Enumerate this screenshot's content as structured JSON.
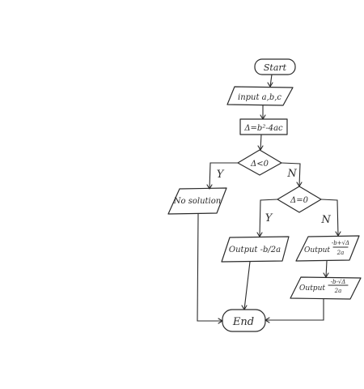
{
  "diagram": {
    "nodes": {
      "start": "Start",
      "input": "input a,b,c",
      "delta": "Δ=b²-4ac",
      "cond1": "Δ<0",
      "no_solution": "No solution",
      "cond2": "Δ=0",
      "out_single": "Output -b/2a",
      "out_plus_label": "Output",
      "out_plus_num": "-b+√Δ",
      "out_plus_den": "2a",
      "out_minus_label": "Output",
      "out_minus_num": "-b-√Δ",
      "out_minus_den": "2a",
      "end": "End"
    },
    "edges": {
      "cond1_yes": "Y",
      "cond1_no": "N",
      "cond2_yes": "Y",
      "cond2_no": "N"
    }
  }
}
